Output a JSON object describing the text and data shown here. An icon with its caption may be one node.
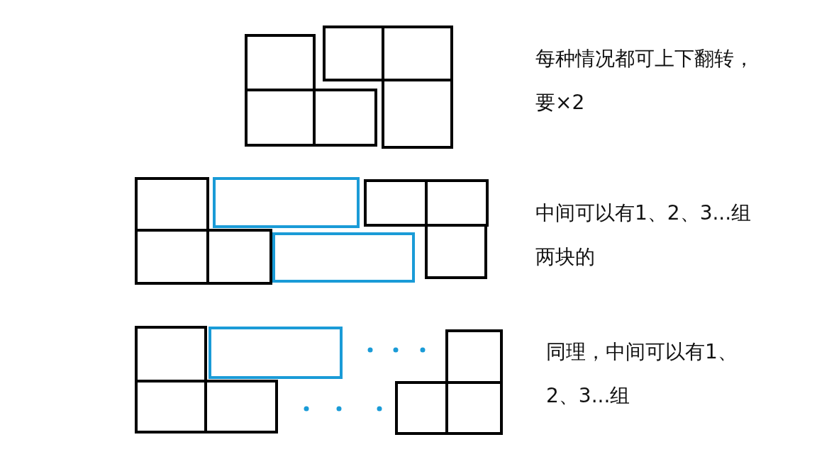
{
  "diagram": {
    "labels": [
      "每种情况都可上下翻转，要×2",
      "中间可以有1、2、3...组两块的",
      "同理，中间可以有1、2、3...组"
    ]
  }
}
